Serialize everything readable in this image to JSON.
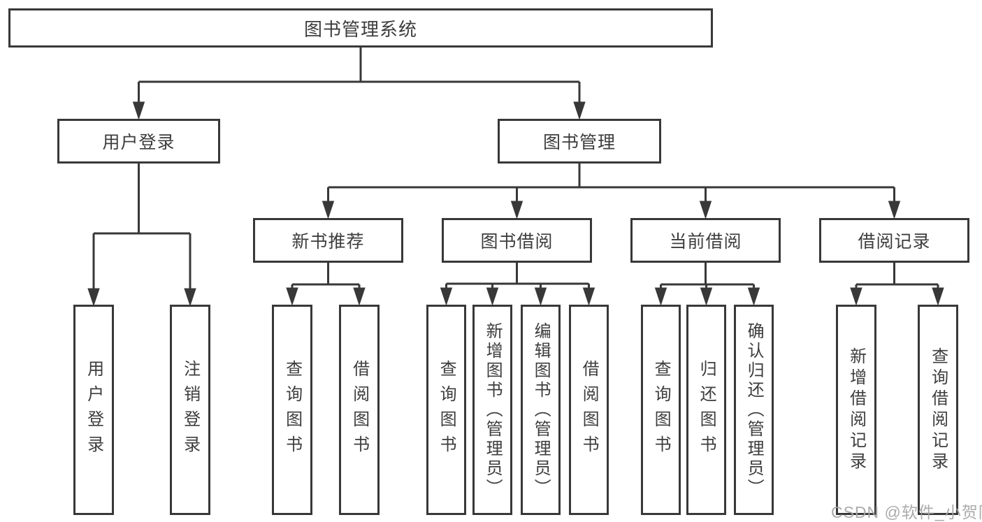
{
  "colors": {
    "line": "#383838",
    "text": "#3d3d3d",
    "box_background": "#ffffff",
    "page_background": "#ffffff",
    "watermark": "#a6a6a6"
  },
  "nodes": {
    "root": {
      "label": "图书管理系统"
    },
    "user_login": {
      "label": "用户登录"
    },
    "book_mgmt": {
      "label": "图书管理"
    },
    "new_book": {
      "label": "新书推荐"
    },
    "book_borrow": {
      "label": "图书借阅"
    },
    "current_borrow": {
      "label": "当前借阅"
    },
    "borrow_records": {
      "label": "借阅记录"
    },
    "leaf_user_login": {
      "label": "用户登录"
    },
    "leaf_logout": {
      "label": "注销登录"
    },
    "leaf_newbook_query": {
      "label": "查询图书"
    },
    "leaf_newbook_borrow": {
      "label": "借阅图书"
    },
    "leaf_borrow_query": {
      "label": "查询图书"
    },
    "leaf_borrow_add": {
      "label": "新增图书（管理员）"
    },
    "leaf_borrow_edit": {
      "label": "编辑图书（管理员）"
    },
    "leaf_borrow_lend": {
      "label": "借阅图书"
    },
    "leaf_current_query": {
      "label": "查询图书"
    },
    "leaf_current_return": {
      "label": "归还图书"
    },
    "leaf_current_confirm": {
      "label": "确认归还（管理员）"
    },
    "leaf_records_add": {
      "label": "新增借阅记录"
    },
    "leaf_records_query": {
      "label": "查询借阅记录"
    }
  },
  "hierarchy": {
    "图书管理系统": {
      "用户登录": [
        "用户登录",
        "注销登录"
      ],
      "图书管理": {
        "新书推荐": [
          "查询图书",
          "借阅图书"
        ],
        "图书借阅": [
          "查询图书",
          "新增图书（管理员）",
          "编辑图书（管理员）",
          "借阅图书"
        ],
        "当前借阅": [
          "查询图书",
          "归还图书",
          "确认归还（管理员）"
        ],
        "借阅记录": [
          "新增借阅记录",
          "查询借阅记录"
        ]
      }
    }
  },
  "watermark": {
    "label": "CSDN @软件_小贺同学"
  }
}
